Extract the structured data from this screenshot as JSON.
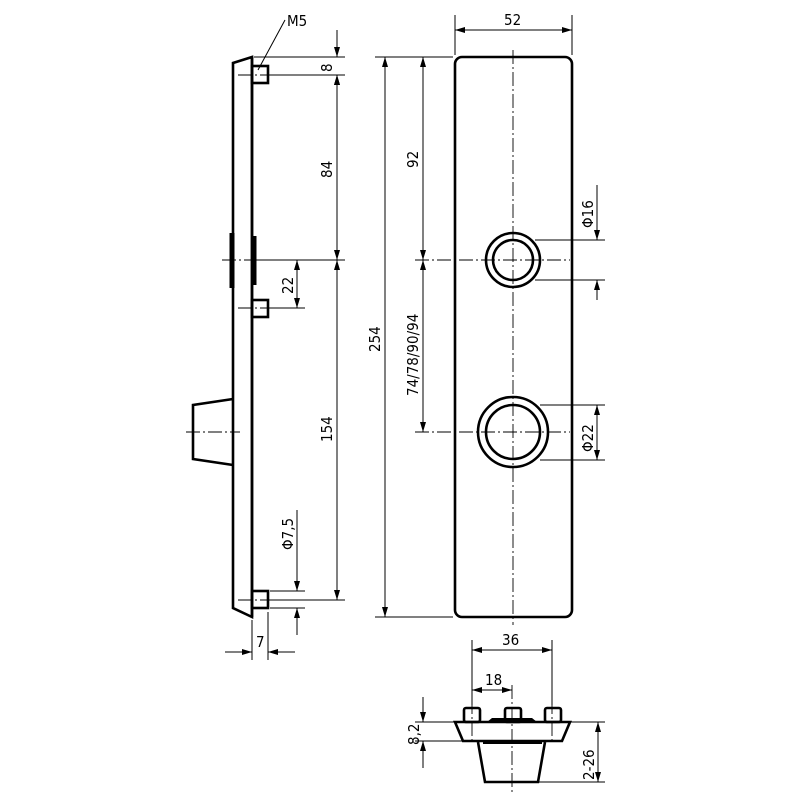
{
  "side_view": {
    "thread_label": "M5",
    "dim_top_to_screw": "8",
    "dim_screw_to_center": "84",
    "dim_center_to_screw": "22",
    "dim_center_to_bottom_screw": "154",
    "dim_screw_diameter": "Φ7,5",
    "dim_screw_length": "7"
  },
  "front_view": {
    "dim_width": "52",
    "dim_height": "254",
    "dim_top_to_hole": "92",
    "dim_hole_spacing": "74/78/90/94",
    "dim_small_hole": "Φ16",
    "dim_large_hole": "Φ22"
  },
  "bottom_view": {
    "dim_stud_spacing": "36",
    "dim_half_spacing": "18",
    "dim_plate_thickness": "8,2",
    "dim_depth_range": "2-26"
  }
}
